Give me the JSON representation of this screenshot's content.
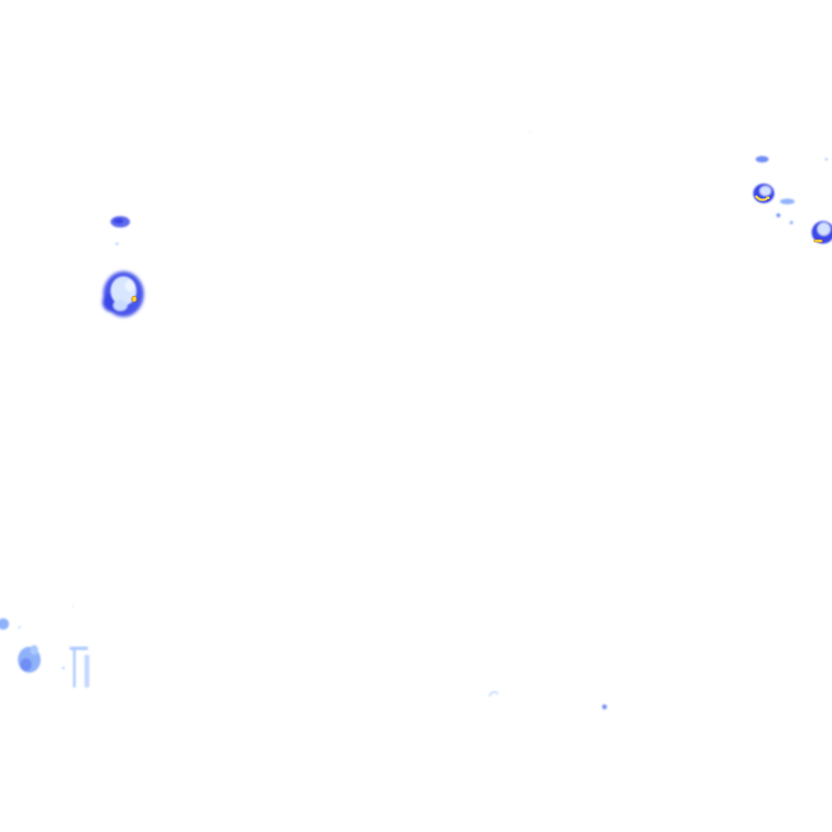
{
  "map": {
    "type": "weather-radar-overlay",
    "background": "#ffffff",
    "palette": {
      "light": "#a8c8ff",
      "medium": "#6f8df5",
      "strong": "#3b46e8",
      "core": "#f3d34a",
      "core_edge": "#d08a18"
    },
    "echo_cells": [
      {
        "label": "echo-cell-small-west",
        "intensity": "strong"
      },
      {
        "label": "echo-cell-storm-west",
        "intensity": "core"
      },
      {
        "label": "echo-cell-cluster-northeast-a",
        "intensity": "core"
      },
      {
        "label": "echo-cell-cluster-northeast-b",
        "intensity": "core"
      },
      {
        "label": "echo-cell-scatter-southwest",
        "intensity": "light"
      },
      {
        "label": "echo-cell-speck-south",
        "intensity": "medium"
      }
    ]
  }
}
